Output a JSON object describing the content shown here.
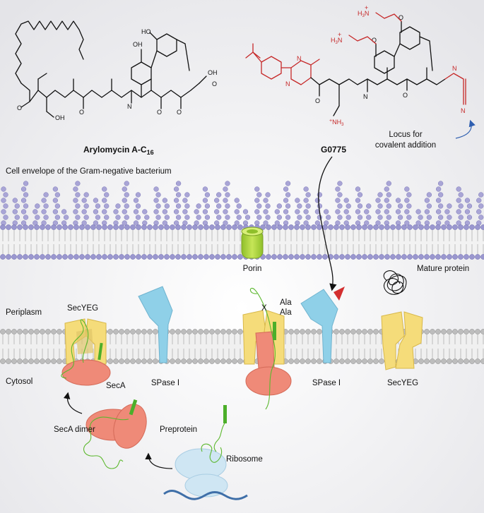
{
  "labels": {
    "compound1": "Arylomycin A-C",
    "compound1_sub": "16",
    "compound2": "G0775",
    "locus": [
      "Locus for",
      "covalent addition"
    ],
    "envelope": "Cell envelope of the Gram-negative bacterium",
    "porin": "Porin",
    "mature_protein": "Mature protein",
    "periplasm": "Periplasm",
    "cytosol": "Cytosol",
    "secyeg_left": "SecYEG",
    "secyeg_right": "SecYEG",
    "seca": "SecA",
    "seca_dimer": "SecA dimer",
    "spase_left": "SPase I",
    "spase_right": "SPase I",
    "preprotein": "Preprotein",
    "ribosome": "Ribosome",
    "ala1": "Ala",
    "ala2": "Ala",
    "x": "X"
  },
  "atoms": {
    "OH": "OH",
    "HO": "HO",
    "N": "N",
    "NH": "H",
    "O": "O",
    "NH3": "NH",
    "three": "3",
    "plus": "+",
    "H3N": "H"
  },
  "colors": {
    "lipopoly": "#a9a5d6",
    "lipid_head": "#9a97cf",
    "membrane_head": "#bdbdbd",
    "secyeg": "#f5dc7a",
    "seca": "#ef8a78",
    "spase": "#8fd0e8",
    "porin": "#a6d23a",
    "ribosome": "#cfe6f3",
    "chain": "#5cb82e",
    "signal": "#4caf2a",
    "inhibitor": "#d32f2f",
    "modification": "#c62828"
  },
  "icons": [
    "curved-arrow-icon",
    "red-triangle-icon"
  ]
}
